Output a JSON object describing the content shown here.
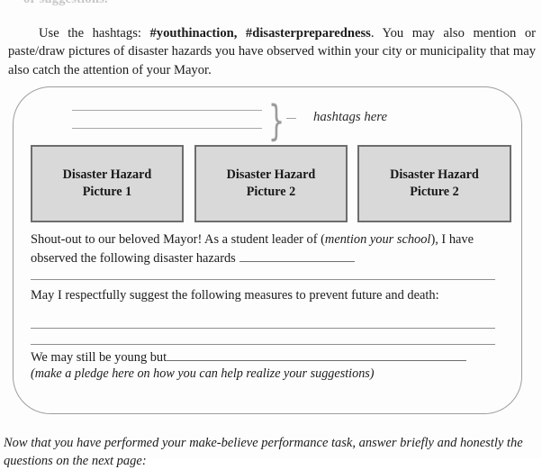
{
  "page": {
    "cutoff_top_text": "or suggestions.",
    "intro": {
      "lead": "Use the hashtags: ",
      "hashtags_bold": "#youthinaction, #disasterpreparedness",
      "rest": ". You may also mention or paste/draw pictures of disaster hazards you have observed within your city or municipality that may also catch the attention of your Mayor."
    },
    "form": {
      "hashtags_label": "hashtags here",
      "brace_glyph": "}",
      "blank_lines_count": 2,
      "picture_boxes": [
        {
          "line1": "Disaster Hazard",
          "line2": "Picture 1"
        },
        {
          "line1": "Disaster Hazard",
          "line2": "Picture 2"
        },
        {
          "line1": "Disaster Hazard",
          "line2": "Picture 2"
        }
      ],
      "shoutout": {
        "part1": "Shout-out to our beloved Mayor! As a student leader of (",
        "italic1": "mention your school",
        "part2": "), I have observed the following disaster hazards"
      },
      "suggest_text": "May I respectfully suggest the following measures to prevent future and death:",
      "pledge_lead": "We may still be young but",
      "pledge_note": "(make a pledge here on how you can help realize your suggestions)"
    },
    "closing": "Now that you have performed your make-believe performance task, answer briefly and honestly the questions on the next page:"
  },
  "colors": {
    "page_background": "#fdfdfd",
    "text": "#1c1c1c",
    "form_border": "#9d9d9d",
    "picture_box_fill": "#d9d9d9",
    "picture_box_border": "#6d6d6d",
    "rule": "#8e8e8e"
  }
}
